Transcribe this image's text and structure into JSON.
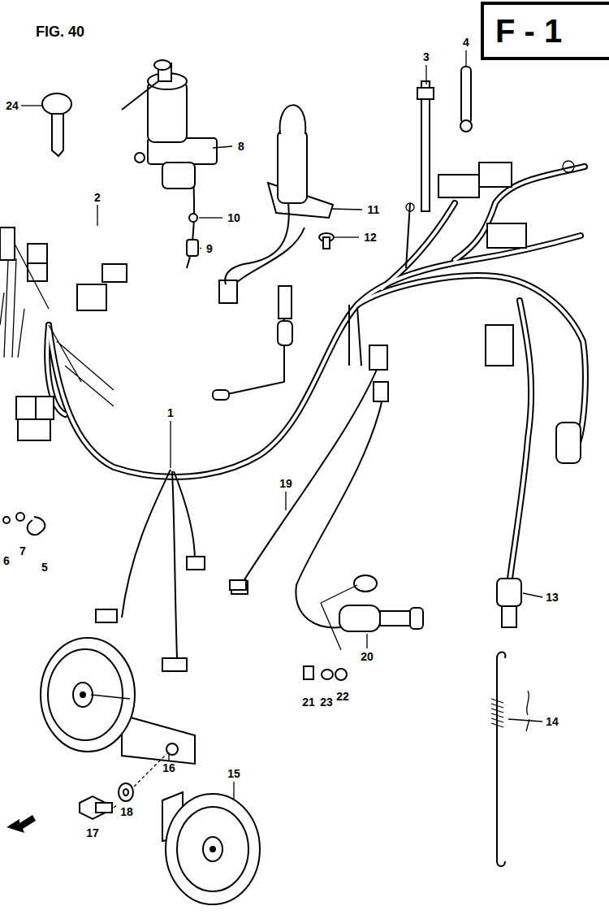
{
  "diagram": {
    "title": "FIG. 40",
    "nodes": [
      {
        "text": [
          "F - 1"
        ]
      }
    ],
    "labels": [
      "24",
      "8",
      "2",
      "10",
      "9",
      "11",
      "12",
      "3",
      "4",
      "1",
      "6",
      "7",
      "5",
      "19",
      "13",
      "20",
      "21",
      "23",
      "22",
      "14",
      "16",
      "18",
      "17",
      "15"
    ]
  }
}
